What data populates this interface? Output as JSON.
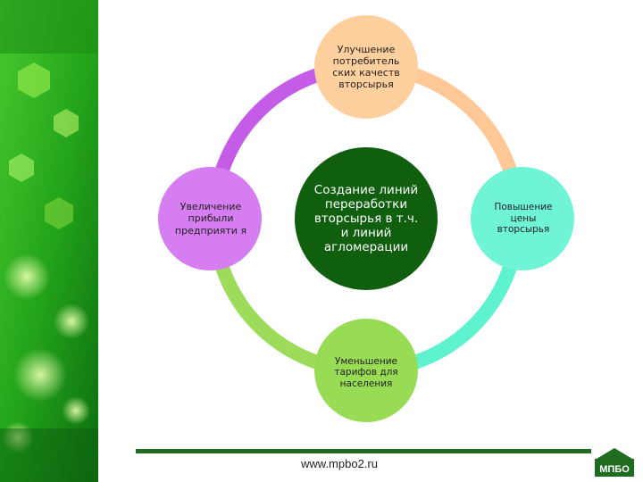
{
  "colors": {
    "ring_top_left": "#c45ce8",
    "ring_top_right": "#ffc896",
    "ring_bottom_left": "#9ddc5a",
    "ring_bottom_right": "#5ef2cf",
    "node_top": "#ffcf9e",
    "node_left": "#d77df2",
    "node_right": "#6ff5d6",
    "node_bottom": "#98dc55",
    "center": "#0f5f0f",
    "panel_green": "#2dae1e",
    "footer_line": "#1f6b1f"
  },
  "diagram": {
    "center": "Создание линий переработки вторсырья в т.ч. и линий агломерации",
    "top": "Улучшение потребитель ских качеств вторсырья",
    "left": "Увеличение прибыли предприяти я",
    "right": "Повышение цены вторсырья",
    "bottom": "Уменьшение тарифов для населения"
  },
  "footer": {
    "url": "www.mpbo2.ru",
    "logo_text": "МПБО"
  }
}
